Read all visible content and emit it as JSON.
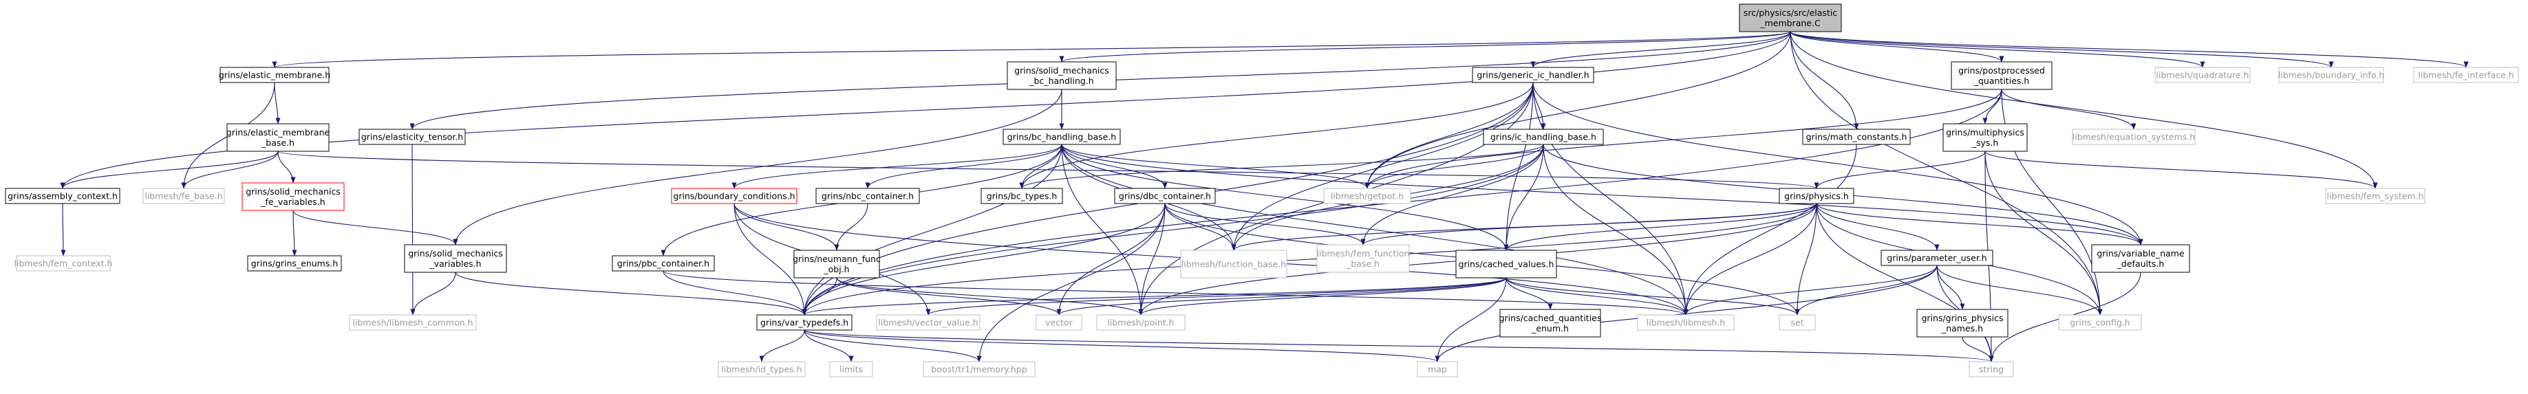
{
  "diagram": {
    "colors": {
      "root_fill": "#bfbfbf",
      "box_border": "#000000",
      "missing_border": "#bfbfbf",
      "missing_text": "#9a9a9a",
      "truncated_border": "#ff0000",
      "edge": "#191970",
      "text": "#000000"
    },
    "nodes": [
      {
        "id": "root",
        "lines": [
          "src/physics/src/elastic",
          "_membrane.C"
        ],
        "kind": "root"
      },
      {
        "id": "elastic_membrane",
        "lines": [
          "grins/elastic_membrane.h"
        ],
        "kind": "file"
      },
      {
        "id": "solid_bc",
        "lines": [
          "grins/solid_mechanics",
          "_bc_handling.h"
        ],
        "kind": "file"
      },
      {
        "id": "generic_ic",
        "lines": [
          "grins/generic_ic_handler.h"
        ],
        "kind": "file"
      },
      {
        "id": "postprocessed",
        "lines": [
          "grins/postprocessed",
          "_quantities.h"
        ],
        "kind": "file"
      },
      {
        "id": "quadrature",
        "lines": [
          "libmesh/quadrature.h"
        ],
        "kind": "missing"
      },
      {
        "id": "boundary_info",
        "lines": [
          "libmesh/boundary_info.h"
        ],
        "kind": "missing"
      },
      {
        "id": "fe_interface",
        "lines": [
          "libmesh/fe_interface.h"
        ],
        "kind": "missing"
      },
      {
        "id": "elastic_membrane_base",
        "lines": [
          "grins/elastic_membrane",
          "_base.h"
        ],
        "kind": "file"
      },
      {
        "id": "bc_handling_base",
        "lines": [
          "grins/bc_handling_base.h"
        ],
        "kind": "file"
      },
      {
        "id": "ic_handling_base",
        "lines": [
          "grins/ic_handling_base.h"
        ],
        "kind": "file"
      },
      {
        "id": "elasticity_tensor",
        "lines": [
          "grins/elasticity_tensor.h"
        ],
        "kind": "file"
      },
      {
        "id": "math_constants",
        "lines": [
          "grins/math_constants.h"
        ],
        "kind": "file"
      },
      {
        "id": "multiphysics",
        "lines": [
          "grins/multiphysics",
          "_sys.h"
        ],
        "kind": "file"
      },
      {
        "id": "equation_systems",
        "lines": [
          "libmesh/equation_systems.h"
        ],
        "kind": "missing"
      },
      {
        "id": "assembly_context",
        "lines": [
          "grins/assembly_context.h"
        ],
        "kind": "file"
      },
      {
        "id": "fe_base",
        "lines": [
          "libmesh/fe_base.h"
        ],
        "kind": "missing"
      },
      {
        "id": "solid_fe_vars",
        "lines": [
          "grins/solid_mechanics",
          "_fe_variables.h"
        ],
        "kind": "truncated"
      },
      {
        "id": "boundary_conditions",
        "lines": [
          "grins/boundary_conditions.h"
        ],
        "kind": "truncated"
      },
      {
        "id": "nbc_container",
        "lines": [
          "grins/nbc_container.h"
        ],
        "kind": "file"
      },
      {
        "id": "bc_types",
        "lines": [
          "grins/bc_types.h"
        ],
        "kind": "file"
      },
      {
        "id": "dbc_container",
        "lines": [
          "grins/dbc_container.h"
        ],
        "kind": "file"
      },
      {
        "id": "getpot",
        "lines": [
          "libmesh/getpot.h"
        ],
        "kind": "missing"
      },
      {
        "id": "physics",
        "lines": [
          "grins/physics.h"
        ],
        "kind": "file"
      },
      {
        "id": "fem_system",
        "lines": [
          "libmesh/fem_system.h"
        ],
        "kind": "missing"
      },
      {
        "id": "fem_context",
        "lines": [
          "libmesh/fem_context.h"
        ],
        "kind": "missing"
      },
      {
        "id": "grins_enums",
        "lines": [
          "grins/grins_enums.h"
        ],
        "kind": "file"
      },
      {
        "id": "solid_vars",
        "lines": [
          "grins/solid_mechanics",
          "_variables.h"
        ],
        "kind": "file"
      },
      {
        "id": "pbc_container",
        "lines": [
          "grins/pbc_container.h"
        ],
        "kind": "file"
      },
      {
        "id": "neumann_func",
        "lines": [
          "grins/neumann_func",
          "_obj.h"
        ],
        "kind": "file"
      },
      {
        "id": "function_base",
        "lines": [
          "libmesh/function_base.h"
        ],
        "kind": "missing"
      },
      {
        "id": "fem_function_base",
        "lines": [
          "libmesh/fem_function",
          "_base.h"
        ],
        "kind": "missing"
      },
      {
        "id": "cached_values",
        "lines": [
          "grins/cached_values.h"
        ],
        "kind": "file"
      },
      {
        "id": "parameter_user",
        "lines": [
          "grins/parameter_user.h"
        ],
        "kind": "file"
      },
      {
        "id": "variable_name_defaults",
        "lines": [
          "grins/variable_name",
          "_defaults.h"
        ],
        "kind": "file"
      },
      {
        "id": "libmesh_common",
        "lines": [
          "libmesh/libmesh_common.h"
        ],
        "kind": "missing"
      },
      {
        "id": "var_typedefs",
        "lines": [
          "grins/var_typedefs.h"
        ],
        "kind": "file"
      },
      {
        "id": "vector_value",
        "lines": [
          "libmesh/vector_value.h"
        ],
        "kind": "missing"
      },
      {
        "id": "vector",
        "lines": [
          "vector"
        ],
        "kind": "missing"
      },
      {
        "id": "point",
        "lines": [
          "libmesh/point.h"
        ],
        "kind": "missing"
      },
      {
        "id": "libmesh",
        "lines": [
          "libmesh/libmesh.h"
        ],
        "kind": "missing"
      },
      {
        "id": "set",
        "lines": [
          "set"
        ],
        "kind": "missing"
      },
      {
        "id": "grins_config",
        "lines": [
          "grins_config.h"
        ],
        "kind": "missing"
      },
      {
        "id": "cached_quantities_enum",
        "lines": [
          "grins/cached_quantities",
          "_enum.h"
        ],
        "kind": "file"
      },
      {
        "id": "physics_names",
        "lines": [
          "grins/grins_physics",
          "_names.h"
        ],
        "kind": "file"
      },
      {
        "id": "id_types",
        "lines": [
          "libmesh/id_types.h"
        ],
        "kind": "missing"
      },
      {
        "id": "limits",
        "lines": [
          "limits"
        ],
        "kind": "missing"
      },
      {
        "id": "memory",
        "lines": [
          "boost/tr1/memory.hpp"
        ],
        "kind": "missing"
      },
      {
        "id": "map",
        "lines": [
          "map"
        ],
        "kind": "missing"
      },
      {
        "id": "string",
        "lines": [
          "string"
        ],
        "kind": "missing"
      }
    ],
    "edges": [
      [
        "root",
        "elastic_membrane"
      ],
      [
        "root",
        "solid_bc"
      ],
      [
        "root",
        "generic_ic"
      ],
      [
        "root",
        "postprocessed"
      ],
      [
        "root",
        "quadrature"
      ],
      [
        "root",
        "boundary_info"
      ],
      [
        "root",
        "fe_interface"
      ],
      [
        "root",
        "assembly_context"
      ],
      [
        "root",
        "elasticity_tensor"
      ],
      [
        "root",
        "getpot"
      ],
      [
        "root",
        "math_constants"
      ],
      [
        "root",
        "fem_system"
      ],
      [
        "root",
        "grins_config"
      ],
      [
        "elastic_membrane",
        "elastic_membrane_base"
      ],
      [
        "elastic_membrane",
        "fe_base"
      ],
      [
        "elastic_membrane_base",
        "assembly_context"
      ],
      [
        "elastic_membrane_base",
        "fe_base"
      ],
      [
        "elastic_membrane_base",
        "solid_fe_vars"
      ],
      [
        "elastic_membrane_base",
        "physics"
      ],
      [
        "solid_bc",
        "bc_handling_base"
      ],
      [
        "solid_bc",
        "solid_vars"
      ],
      [
        "bc_handling_base",
        "boundary_conditions"
      ],
      [
        "bc_handling_base",
        "nbc_container"
      ],
      [
        "bc_handling_base",
        "bc_types"
      ],
      [
        "bc_handling_base",
        "dbc_container"
      ],
      [
        "bc_handling_base",
        "pbc_container"
      ],
      [
        "bc_handling_base",
        "getpot"
      ],
      [
        "bc_handling_base",
        "var_typedefs"
      ],
      [
        "bc_handling_base",
        "cached_values"
      ],
      [
        "bc_handling_base",
        "libmesh"
      ],
      [
        "bc_handling_base",
        "point"
      ],
      [
        "bc_handling_base",
        "function_base"
      ],
      [
        "bc_handling_base",
        "variable_name_defaults"
      ],
      [
        "generic_ic",
        "ic_handling_base"
      ],
      [
        "generic_ic",
        "getpot"
      ],
      [
        "generic_ic",
        "bc_types"
      ],
      [
        "generic_ic",
        "var_typedefs"
      ],
      [
        "generic_ic",
        "libmesh"
      ],
      [
        "generic_ic",
        "function_base"
      ],
      [
        "generic_ic",
        "cached_values"
      ],
      [
        "generic_ic",
        "point"
      ],
      [
        "generic_ic",
        "variable_name_defaults"
      ],
      [
        "ic_handling_base",
        "bc_types"
      ],
      [
        "ic_handling_base",
        "getpot"
      ],
      [
        "ic_handling_base",
        "cached_values"
      ],
      [
        "ic_handling_base",
        "var_typedefs"
      ],
      [
        "ic_handling_base",
        "function_base"
      ],
      [
        "ic_handling_base",
        "fem_function_base"
      ],
      [
        "ic_handling_base",
        "libmesh"
      ],
      [
        "ic_handling_base",
        "variable_name_defaults"
      ],
      [
        "postprocessed",
        "multiphysics"
      ],
      [
        "postprocessed",
        "equation_systems"
      ],
      [
        "postprocessed",
        "getpot"
      ],
      [
        "postprocessed",
        "grins_config"
      ],
      [
        "postprocessed",
        "var_typedefs"
      ],
      [
        "multiphysics",
        "physics"
      ],
      [
        "multiphysics",
        "fem_system"
      ],
      [
        "multiphysics",
        "grins_config"
      ],
      [
        "multiphysics",
        "string"
      ],
      [
        "physics",
        "var_typedefs"
      ],
      [
        "physics",
        "cached_values"
      ],
      [
        "physics",
        "parameter_user"
      ],
      [
        "physics",
        "variable_name_defaults"
      ],
      [
        "physics",
        "grins_config"
      ],
      [
        "physics",
        "libmesh"
      ],
      [
        "physics",
        "point"
      ],
      [
        "physics",
        "set"
      ],
      [
        "physics",
        "string"
      ],
      [
        "physics",
        "function_base"
      ],
      [
        "physics",
        "fem_function_base"
      ],
      [
        "assembly_context",
        "fem_context"
      ],
      [
        "solid_fe_vars",
        "grins_enums"
      ],
      [
        "solid_fe_vars",
        "solid_vars"
      ],
      [
        "solid_vars",
        "var_typedefs"
      ],
      [
        "solid_vars",
        "libmesh_common"
      ],
      [
        "elasticity_tensor",
        "libmesh_common"
      ],
      [
        "math_constants",
        "libmesh"
      ],
      [
        "boundary_conditions",
        "var_typedefs"
      ],
      [
        "boundary_conditions",
        "neumann_func"
      ],
      [
        "boundary_conditions",
        "vector_value"
      ],
      [
        "boundary_conditions",
        "libmesh"
      ],
      [
        "nbc_container",
        "neumann_func"
      ],
      [
        "neumann_func",
        "var_typedefs"
      ],
      [
        "neumann_func",
        "point"
      ],
      [
        "neumann_func",
        "vector"
      ],
      [
        "dbc_container",
        "var_typedefs"
      ],
      [
        "dbc_container",
        "function_base"
      ],
      [
        "dbc_container",
        "fem_function_base"
      ],
      [
        "dbc_container",
        "vector"
      ],
      [
        "dbc_container",
        "memory"
      ],
      [
        "dbc_container",
        "set"
      ],
      [
        "dbc_container",
        "point"
      ],
      [
        "pbc_container",
        "var_typedefs"
      ],
      [
        "pbc_container",
        "libmesh"
      ],
      [
        "cached_values",
        "cached_quantities_enum"
      ],
      [
        "cached_values",
        "var_typedefs"
      ],
      [
        "cached_values",
        "vector_value"
      ],
      [
        "cached_values",
        "vector"
      ],
      [
        "cached_values",
        "point"
      ],
      [
        "cached_values",
        "libmesh"
      ],
      [
        "cached_values",
        "set"
      ],
      [
        "cached_values",
        "map"
      ],
      [
        "parameter_user",
        "libmesh"
      ],
      [
        "parameter_user",
        "set"
      ],
      [
        "parameter_user",
        "map"
      ],
      [
        "parameter_user",
        "string"
      ],
      [
        "parameter_user",
        "grins_config"
      ],
      [
        "parameter_user",
        "physics_names"
      ],
      [
        "physics_names",
        "string"
      ],
      [
        "variable_name_defaults",
        "string"
      ],
      [
        "var_typedefs",
        "id_types"
      ],
      [
        "var_typedefs",
        "limits"
      ],
      [
        "var_typedefs",
        "memory"
      ],
      [
        "var_typedefs",
        "map"
      ],
      [
        "var_typedefs",
        "string"
      ]
    ]
  }
}
